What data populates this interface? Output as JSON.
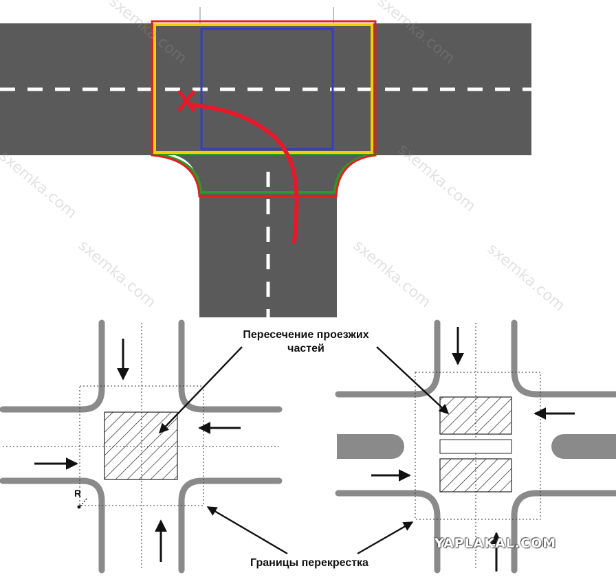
{
  "labels": {
    "intersection_line1": "Пересечение проезжих",
    "intersection_line2": "частей",
    "borders": "Границы перекрестка",
    "radius": "R"
  },
  "watermarks": [
    "sxemka.com",
    "sxemka.com",
    "sxemka.com",
    "sxemka.com",
    "sxemka.com",
    "sxemka.com",
    "sxemka.com"
  ],
  "badge": "YAPLAKAL.COM",
  "colors": {
    "asphalt": "#5a5a5a",
    "outline_red": "#e02020",
    "outline_yellow": "#f0d000",
    "outline_blue": "#3040c0",
    "outline_green": "#2a9a2a",
    "path_red": "#e8182a",
    "diagram_road": "#8a8a8a"
  }
}
